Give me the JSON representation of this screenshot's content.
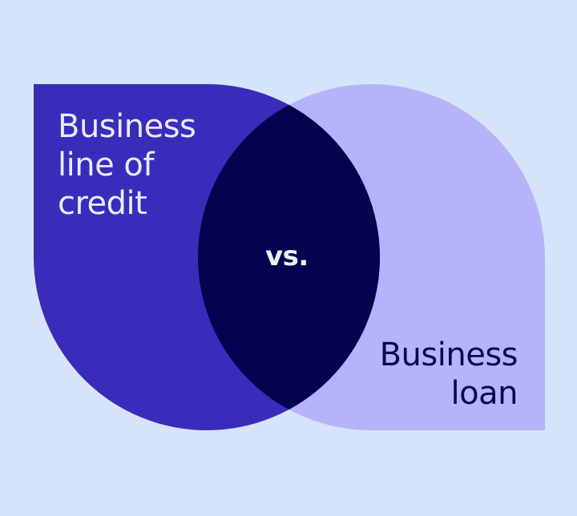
{
  "colors": {
    "background": "#d6e4fb",
    "left_shape": "#3a2bbb",
    "right_shape": "#b7b3fb",
    "intersection": "#04034f",
    "left_text": "#e7ebfb",
    "right_text": "#0a0850"
  },
  "left": {
    "line1": "Business",
    "line2": "line of",
    "line3": "credit"
  },
  "center": {
    "label": "vs."
  },
  "right": {
    "line1": "Business",
    "line2": "loan"
  }
}
